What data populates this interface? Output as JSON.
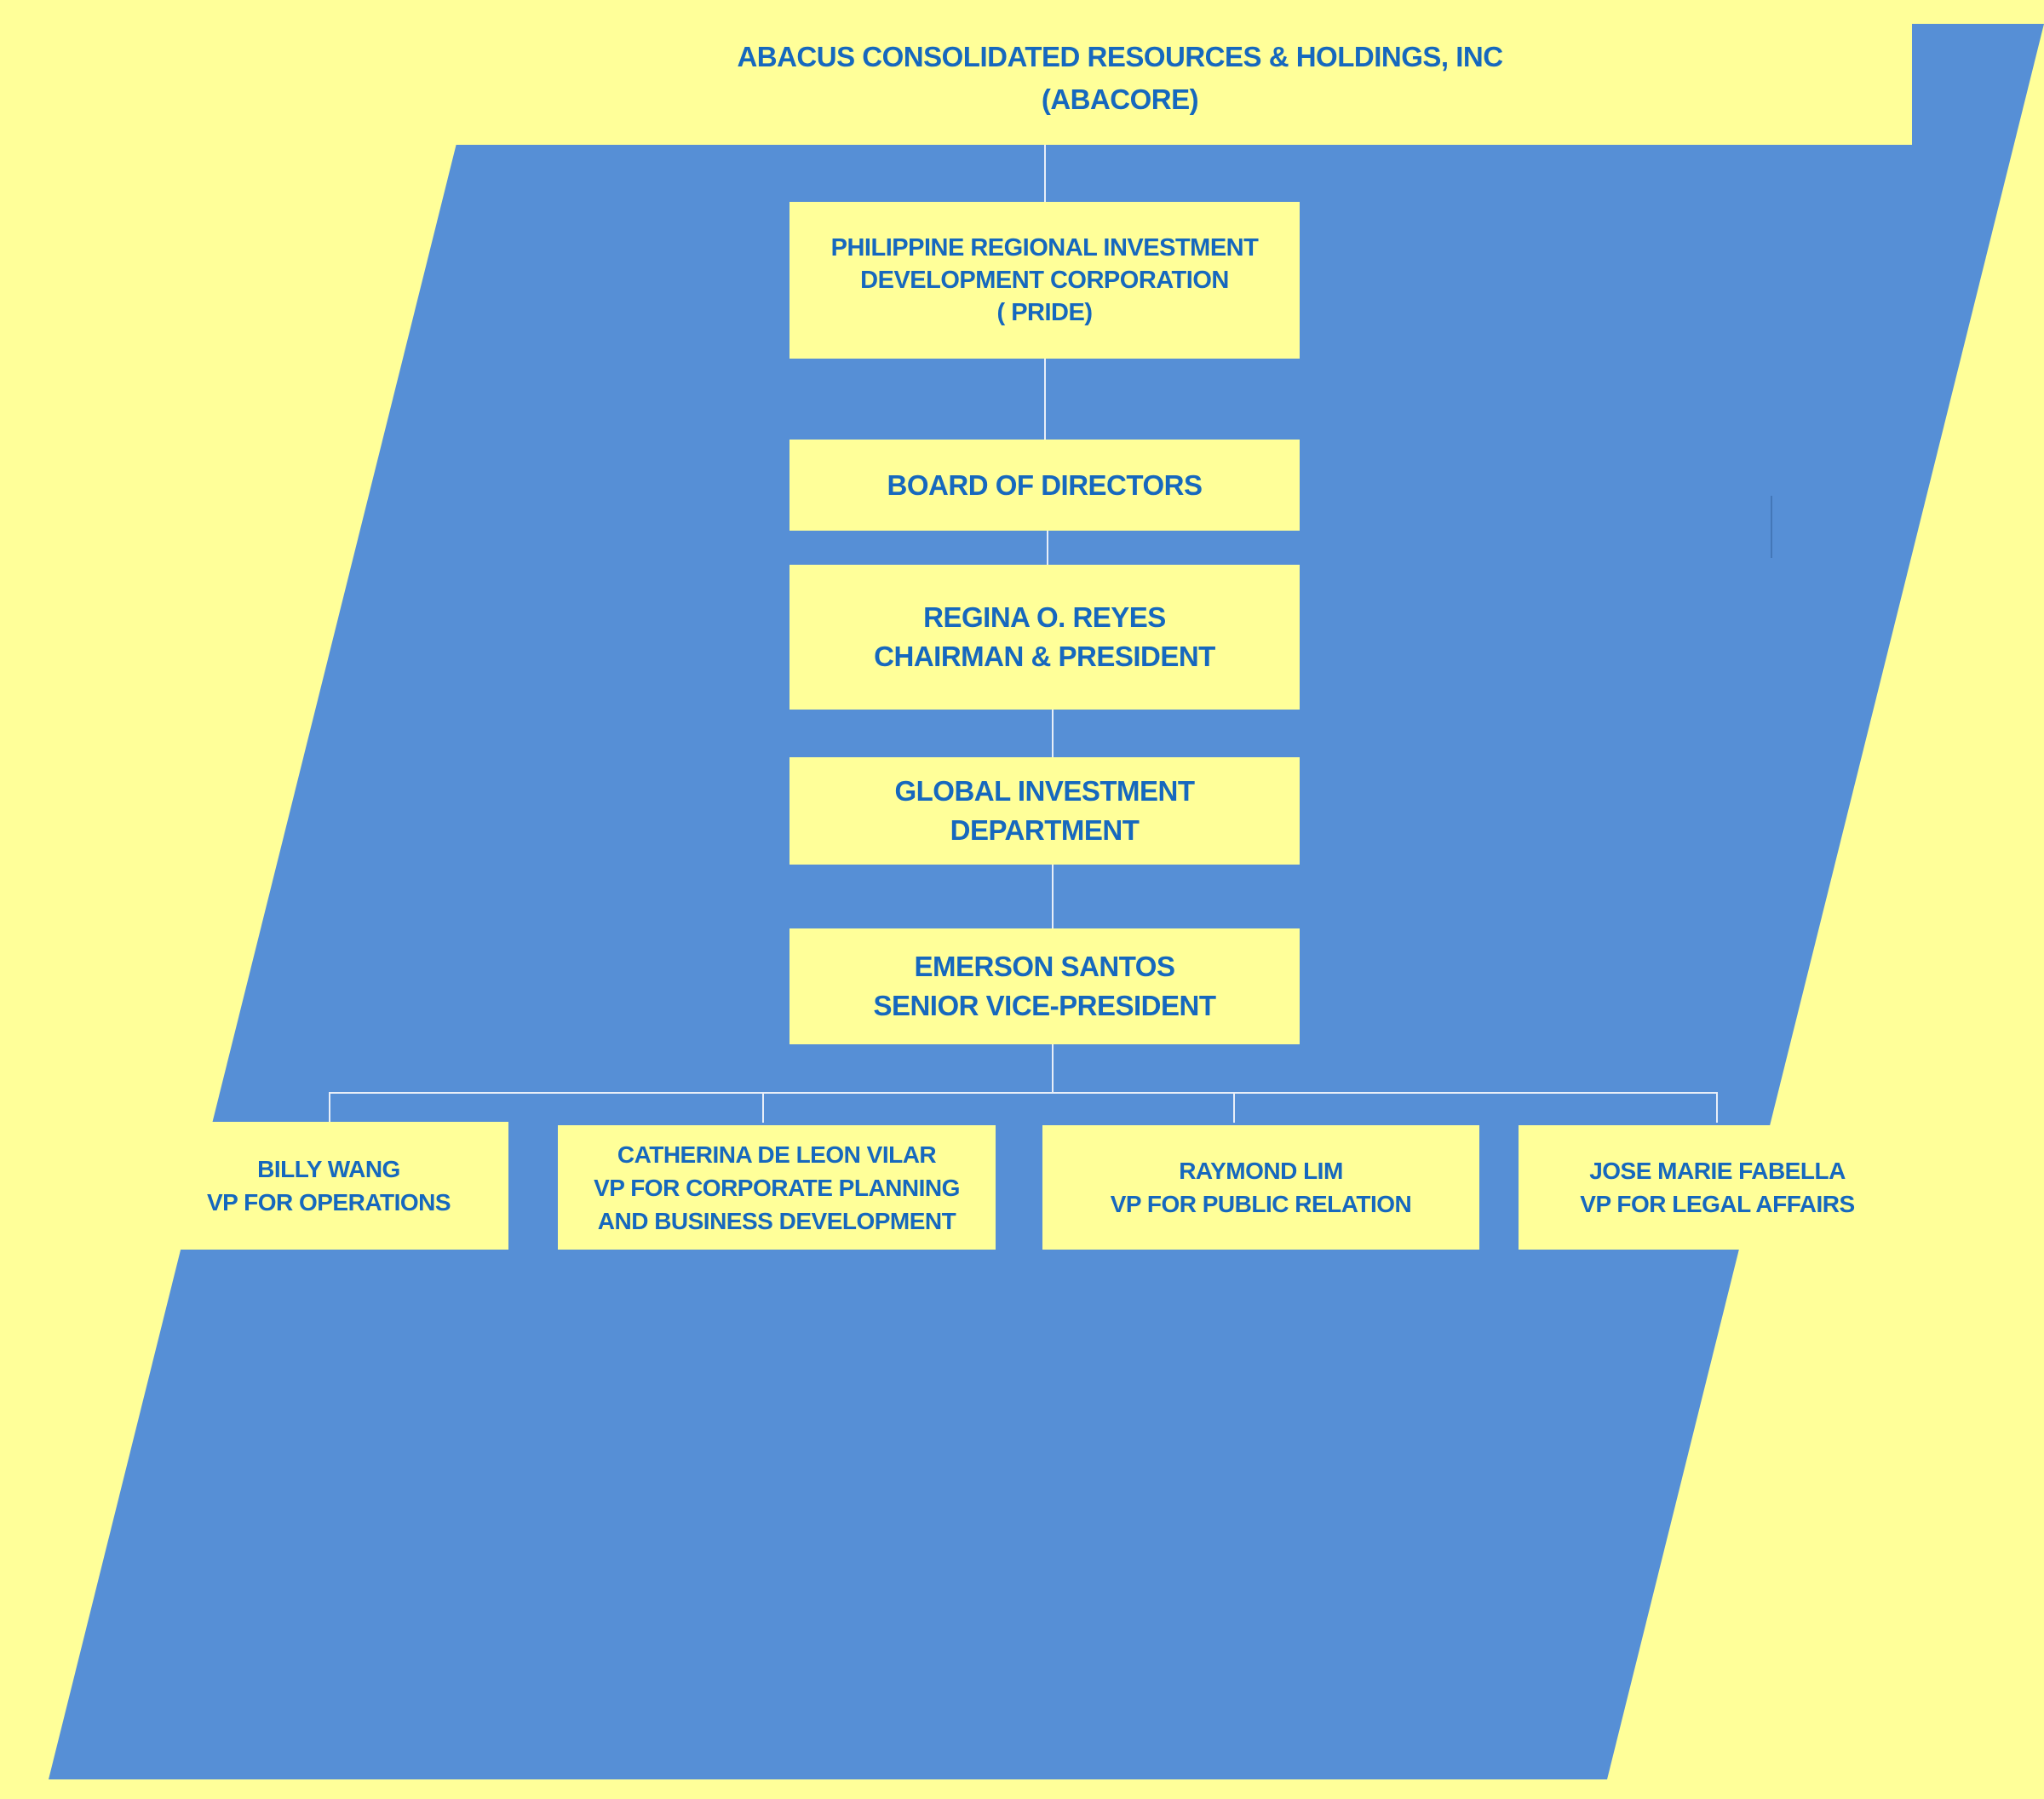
{
  "colors": {
    "background": "#ffff99",
    "panel": "#568fd6",
    "text": "#1668be",
    "connector": "#e8eef8"
  },
  "title": {
    "line1": "ABACUS CONSOLIDATED  RESOURCES & HOLDINGS,  INC",
    "line2": "(ABACORE)"
  },
  "nodes": {
    "pride": {
      "line1": "PHILIPPINE REGIONAL INVESTMENT",
      "line2": "DEVELOPMENT CORPORATION",
      "line3": "( PRIDE)"
    },
    "board": {
      "line1": "BOARD OF DIRECTORS"
    },
    "chairman": {
      "line1": "REGINA O. REYES",
      "line2": "CHAIRMAN & PRESIDENT"
    },
    "global": {
      "line1": "GLOBAL INVESTMENT",
      "line2": "DEPARTMENT"
    },
    "svp": {
      "line1": "EMERSON SANTOS",
      "line2": "SENIOR VICE-PRESIDENT"
    },
    "vps": [
      {
        "line1": "BILLY WANG",
        "line2": "VP  FOR OPERATIONS"
      },
      {
        "line1": "CATHERINA DE LEON VILAR",
        "line2": "VP FOR CORPORATE PLANNING",
        "line3": "AND BUSINESS DEVELOPMENT"
      },
      {
        "line1": "RAYMOND LIM",
        "line2": "VP  FOR  PUBLIC RELATION"
      },
      {
        "line1": "JOSE MARIE FABELLA",
        "line2": "VP FOR LEGAL AFFAIRS"
      }
    ]
  }
}
